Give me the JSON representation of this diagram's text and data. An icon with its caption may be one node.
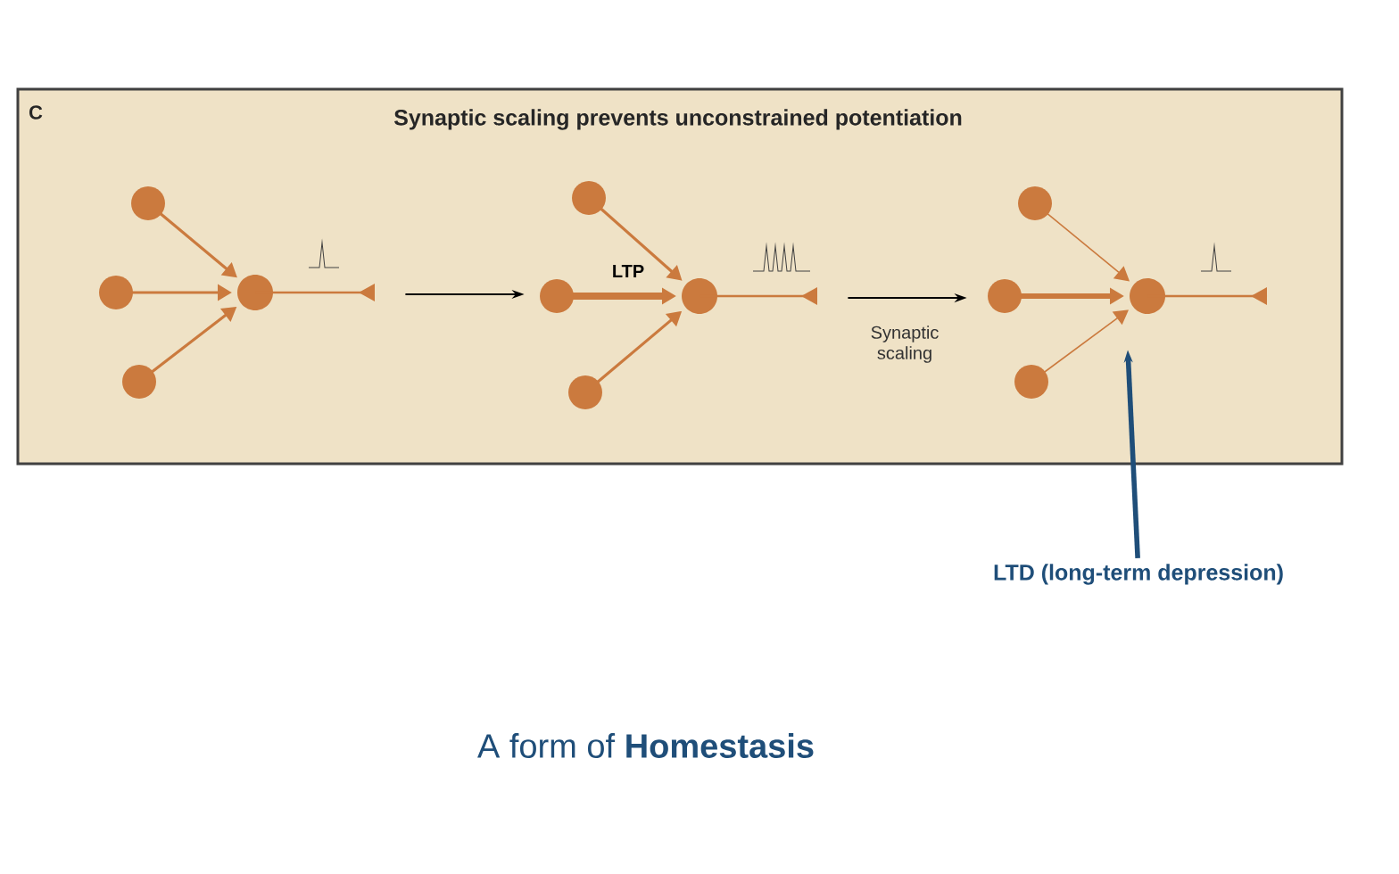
{
  "diagram": {
    "nodes": [
      {
        "text": [
          "Synaptic scaling prevents unconstrained potentiation"
        ]
      },
      {
        "text": [],
        "shape": "picture",
        "in": 0
      },
      {
        "text": [
          "LTP"
        ],
        "in": 0
      },
      {
        "text": [],
        "shape": "picture",
        "in": 0
      },
      {
        "text": [
          "LTD (long-term depression)"
        ]
      }
    ],
    "edges": [
      {
        "from": 1,
        "to": 2,
        "arrow": "to"
      },
      {
        "from": 2,
        "to": 3,
        "arrow": "to",
        "label": "Synaptic scaling"
      },
      {
        "from": 4,
        "to": 3,
        "arrow": "to",
        "style": "thick",
        "color": "#1f4e79"
      }
    ],
    "labels": [
      "C",
      "A form of **Homestasis**"
    ]
  }
}
